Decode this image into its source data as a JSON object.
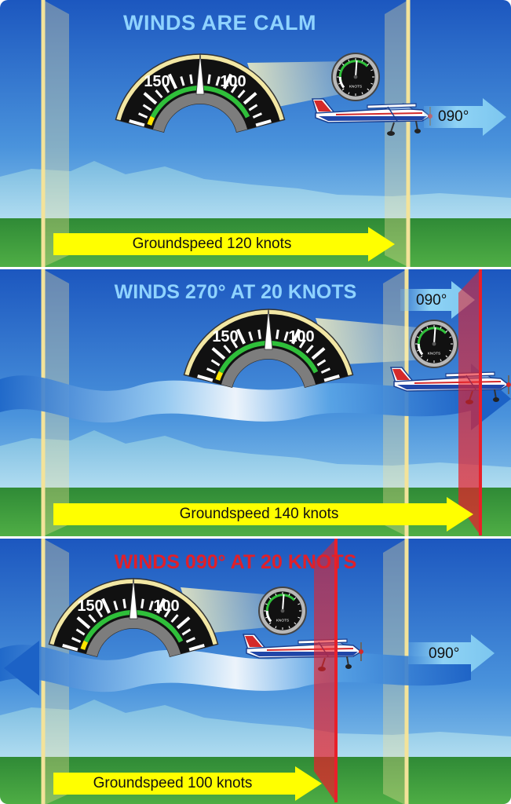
{
  "panels": [
    {
      "title": "WINDS ARE CALM",
      "title_color": "#8fd3ff",
      "groundspeed": "Groundspeed 120 knots",
      "heading": "090°",
      "asi_left": "150",
      "asi_right": "100"
    },
    {
      "title": "WINDS 270° AT 20 KNOTS",
      "title_color": "#8fd3ff",
      "groundspeed": "Groundspeed 140 knots",
      "heading": "090°",
      "asi_left": "150",
      "asi_right": "100"
    },
    {
      "title": "WINDS 090° AT 20 KNOTS",
      "title_color": "#e0202a",
      "groundspeed": "Groundspeed 100 knots",
      "heading": "090°",
      "asi_left": "150",
      "asi_right": "100"
    }
  ],
  "gauge_unit": "KNOTS",
  "colors": {
    "sky_top": "#1f5fc4",
    "sky_bottom": "#8ccdee",
    "ground": "#3f9e3a",
    "arrow_yellow": "#ffff00",
    "heading_arrow": "#87cdf2",
    "wind_ribbon": "#2f7fd6",
    "red_marker": "#e8202a",
    "frame_yellow": "#f3e39a"
  }
}
